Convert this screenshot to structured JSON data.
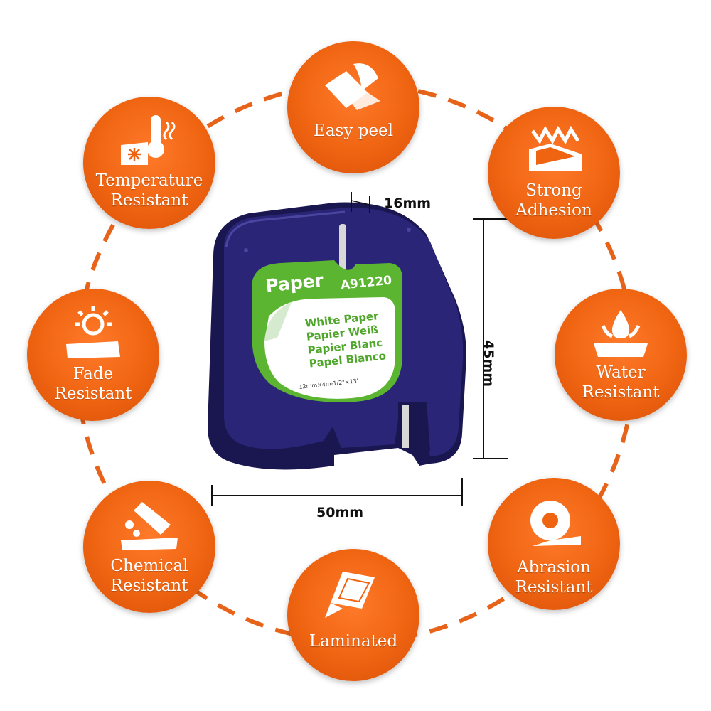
{
  "badges": {
    "easy_peel": {
      "line1": "Easy peel",
      "line2": ""
    },
    "strong_adhesion": {
      "line1": "Strong",
      "line2": "Adhesion"
    },
    "water_resistant": {
      "line1": "Water",
      "line2": "Resistant"
    },
    "abrasion_resistant": {
      "line1": "Abrasion",
      "line2": "Resistant"
    },
    "laminated": {
      "line1": "Laminated",
      "line2": ""
    },
    "chemical_resistant": {
      "line1": "Chemical",
      "line2": "Resistant"
    },
    "fade_resistant": {
      "line1": "Fade",
      "line2": "Resistant"
    },
    "temperature_resistant": {
      "line1": "Temperature",
      "line2": "Resistant"
    }
  },
  "cartridge": {
    "title": "Paper",
    "code": "A91220",
    "lines": [
      "White Paper",
      "Papier Weiß",
      "Papier Blanc",
      "Papel Blanco"
    ],
    "size_text": "12mm×4m-1/2\"×13'"
  },
  "dimensions": {
    "depth": "16mm",
    "height": "45mm",
    "width": "50mm"
  },
  "colors": {
    "badge_orange": "#ef6411",
    "cartridge_blue": "#24206a",
    "label_green": "#5cb531",
    "dash": "#e8631a"
  },
  "icons": {
    "easy_peel": "peel-icon",
    "strong_adhesion": "adhesion-icon",
    "water_resistant": "water-splash-icon",
    "abrasion_resistant": "tape-roll-icon",
    "laminated": "laminated-sheet-icon",
    "chemical_resistant": "test-tube-icon",
    "fade_resistant": "sun-icon",
    "temperature_resistant": "thermometer-icon"
  }
}
